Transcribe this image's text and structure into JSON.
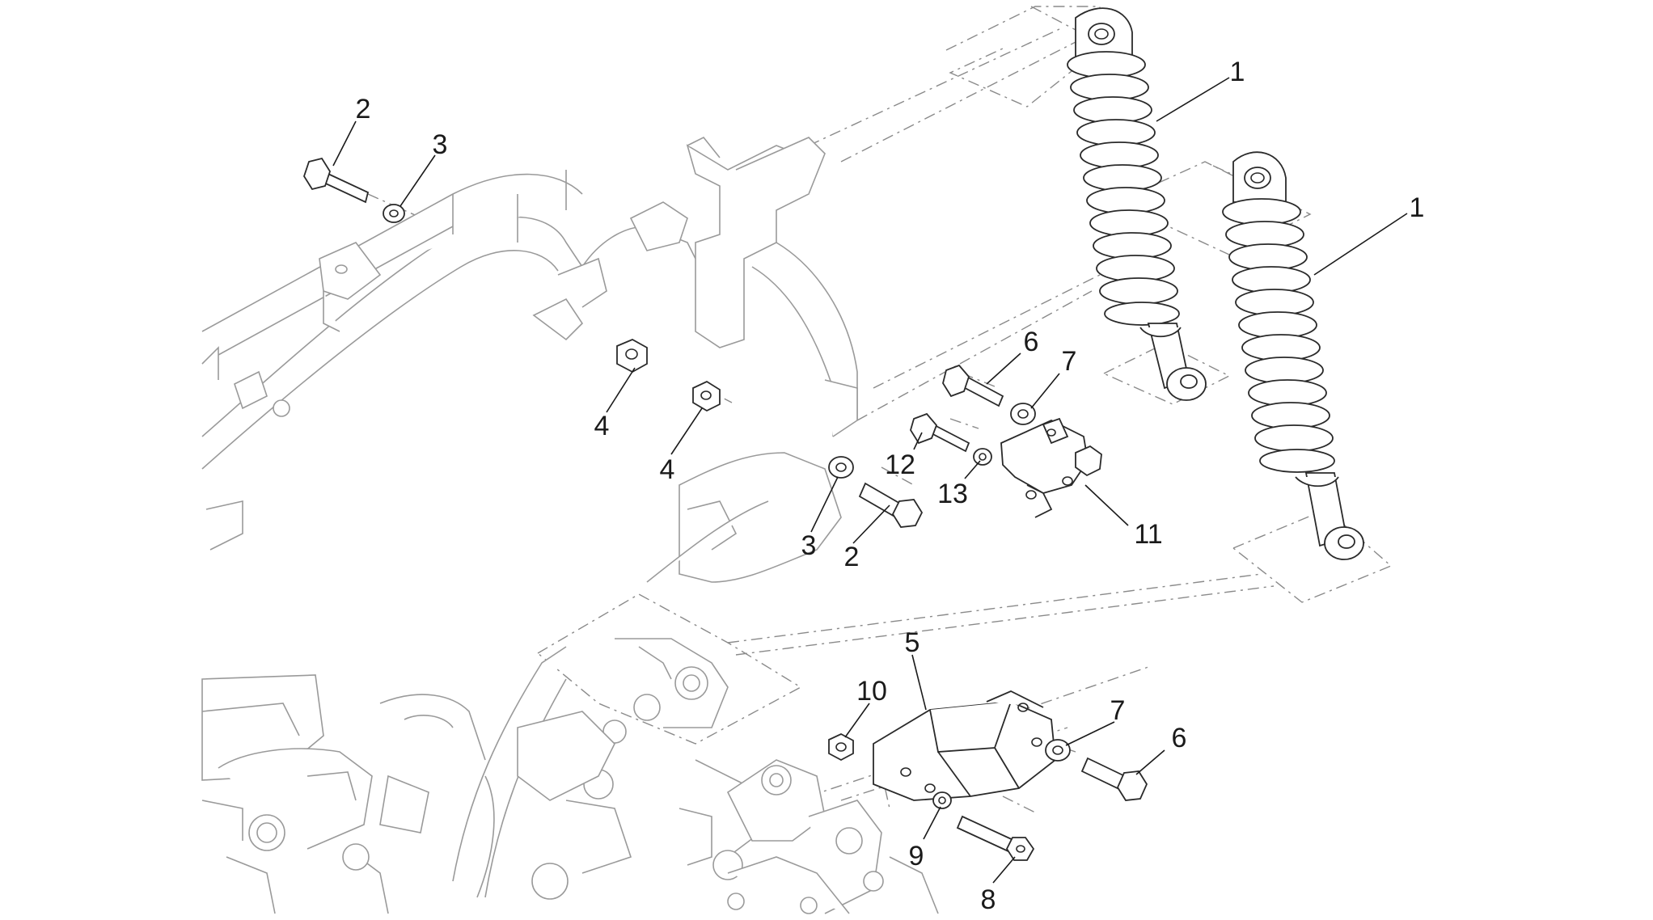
{
  "diagram": {
    "callouts": [
      {
        "id": "c1a",
        "label": "1"
      },
      {
        "id": "c1b",
        "label": "1"
      },
      {
        "id": "c2a",
        "label": "2"
      },
      {
        "id": "c2b",
        "label": "2"
      },
      {
        "id": "c3a",
        "label": "3"
      },
      {
        "id": "c3b",
        "label": "3"
      },
      {
        "id": "c4a",
        "label": "4"
      },
      {
        "id": "c4b",
        "label": "4"
      },
      {
        "id": "c5",
        "label": "5"
      },
      {
        "id": "c6a",
        "label": "6"
      },
      {
        "id": "c6b",
        "label": "6"
      },
      {
        "id": "c7a",
        "label": "7"
      },
      {
        "id": "c7b",
        "label": "7"
      },
      {
        "id": "c8",
        "label": "8"
      },
      {
        "id": "c9",
        "label": "9"
      },
      {
        "id": "c10",
        "label": "10"
      },
      {
        "id": "c11",
        "label": "11"
      },
      {
        "id": "c12",
        "label": "12"
      },
      {
        "id": "c13",
        "label": "13"
      }
    ]
  }
}
